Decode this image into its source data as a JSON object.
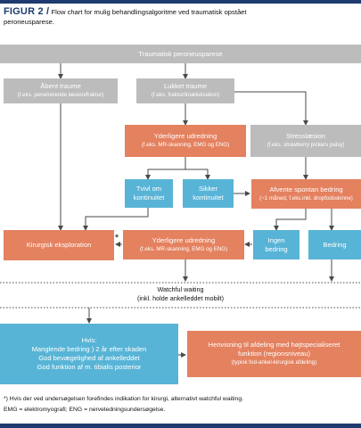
{
  "figure": {
    "label": "FIGUR 2 /",
    "title_line1": "Flow chart for mulig behandlingsalgoritme ved traumatisk opstået",
    "title_line2": "peroneusparese."
  },
  "nodes": {
    "traumatisk": {
      "title": "Traumatisk peroneusparese"
    },
    "aabent": {
      "title": "Åbent traume",
      "sub": "(f.eks. penetrerende læsion/fraktur)"
    },
    "lukket": {
      "title": "Lukket traume",
      "sub": "(f.eks. fraktur/knæluksation)"
    },
    "udredning1": {
      "title": "Yderligere udredning",
      "sub": "(f.eks. MR-skanning, EMG og ENG)"
    },
    "stress": {
      "title": "Stresslæsion",
      "sub": "(f.eks. strawberry pickers palsy)"
    },
    "tvivl": {
      "line1": "Tvivl om",
      "line2": "kontinuitet"
    },
    "sikker": {
      "line1": "Sikker",
      "line2": "kontinuitet"
    },
    "afvente": {
      "title": "Afvente spontan bedring",
      "sub": "(~1 måned, f.eks.inkl. dropfodsskinne)"
    },
    "kirurgisk": {
      "title": "Kirurgisk eksploration"
    },
    "udredning2": {
      "title": "Yderligere udredning",
      "sub": "(f.eks. MR-skanning, EMG og ENG)"
    },
    "ingen": {
      "line1": "Ingen",
      "line2": "bedring"
    },
    "bedring": {
      "title": "Bedring"
    },
    "watchful": {
      "title": "Watchful waiting",
      "sub": "(inkl. holde ankelleddet mobilt)"
    },
    "hvis": {
      "title": "Hvis:",
      "line1": "Manglende bedring ) 2 år efter skaden",
      "line2": "God bevægelighed af ankelleddet",
      "line3": "God funktion af m. tibialis posterior"
    },
    "henvisning": {
      "line1": "Henvisning til afdeling med højtspecialiseret",
      "line2": "funktion (regionsniveau)",
      "sub": "(typisk fod-ankel-kirurgisk afdeling)"
    }
  },
  "asterisk": "*",
  "footnotes": {
    "line1": "*) Hvis der ved undersøgelsen forefindes indikation for kirurgi, alternativt watchful waiting.",
    "line2": "EMG = elektromyografi; ENG = nerveledningsundersøgelse."
  },
  "colors": {
    "gray": "#bcbcbc",
    "orange": "#e4815f",
    "blue": "#58b4d6",
    "arrow": "#4a4a4a",
    "brand": "#1d3b6e"
  }
}
